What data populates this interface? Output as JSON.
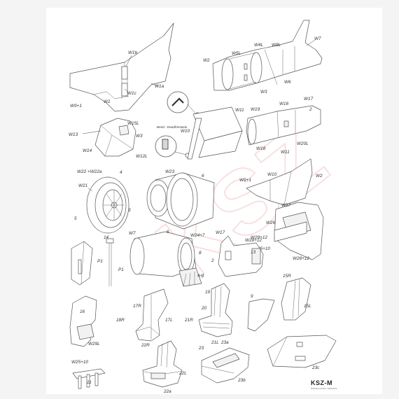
{
  "labels": {
    "W1b": "W1b",
    "W1a": "W1a",
    "W1c": "W1c",
    "W1": "W1",
    "W5L": "W5L",
    "W4L": "W4L",
    "W8L": "W8L",
    "W7_top": "W7",
    "W2_top": "W2",
    "W3": "W3",
    "W6": "W6",
    "W11_mid": "W11",
    "W10_mid": "W10",
    "W9p1_left": "W9+1",
    "W13": "W13",
    "W15L": "W15L",
    "W3_left": "W3",
    "W14": "W14",
    "W12L": "W12L",
    "W17_right": "W17",
    "W19": "W19",
    "W16": "W16",
    "n2_right": "2",
    "W18": "W18",
    "W20L": "W20L",
    "W22_W22a": "W22 +W22a",
    "n4": "4",
    "W23": "W23",
    "n6_mid": "6",
    "W21": "W21",
    "n3": "3",
    "n5": "5",
    "W11_r2": "W11",
    "W10_r2": "W10",
    "W2_r2": "W2",
    "W9p1_r2": "W9+1",
    "W27": "W27",
    "W26": "W26",
    "W28p12_a": "W28+12",
    "W25p10_a": "W25+10",
    "W28p12_b": "W28+12",
    "n14": "14",
    "P1_a": "P1",
    "P1_b": "P1",
    "W7_mid": "W7",
    "n6_eng": "6",
    "W24p7": "W24+7",
    "n8": "8",
    "a_g": "a-g",
    "W17_seat": "W17",
    "W28p12_c": "W28+12",
    "n13": "13",
    "n2_seat": "2",
    "n16": "16",
    "W29L": "W29L",
    "n17R": "17R",
    "n18R": "18R",
    "n17L": "17L",
    "n19": "19",
    "n20": "20",
    "n21R": "21R",
    "n21L": "21L",
    "n9": "9",
    "n15R": "15R",
    "n15L": "15L",
    "W25p10_b": "W25+10",
    "n11": "11",
    "n22R": "22R",
    "n22L": "22L",
    "n22a": "22a",
    "n23": "23",
    "n23a": "23a",
    "n23b": "23b",
    "n23c": "23c"
  },
  "callout_text": "Bend - Dead/Hinweis",
  "brand": {
    "name": "KSZ-M",
    "sub": "MODELARSKI SERWIS"
  },
  "watermark": "KSZ"
}
